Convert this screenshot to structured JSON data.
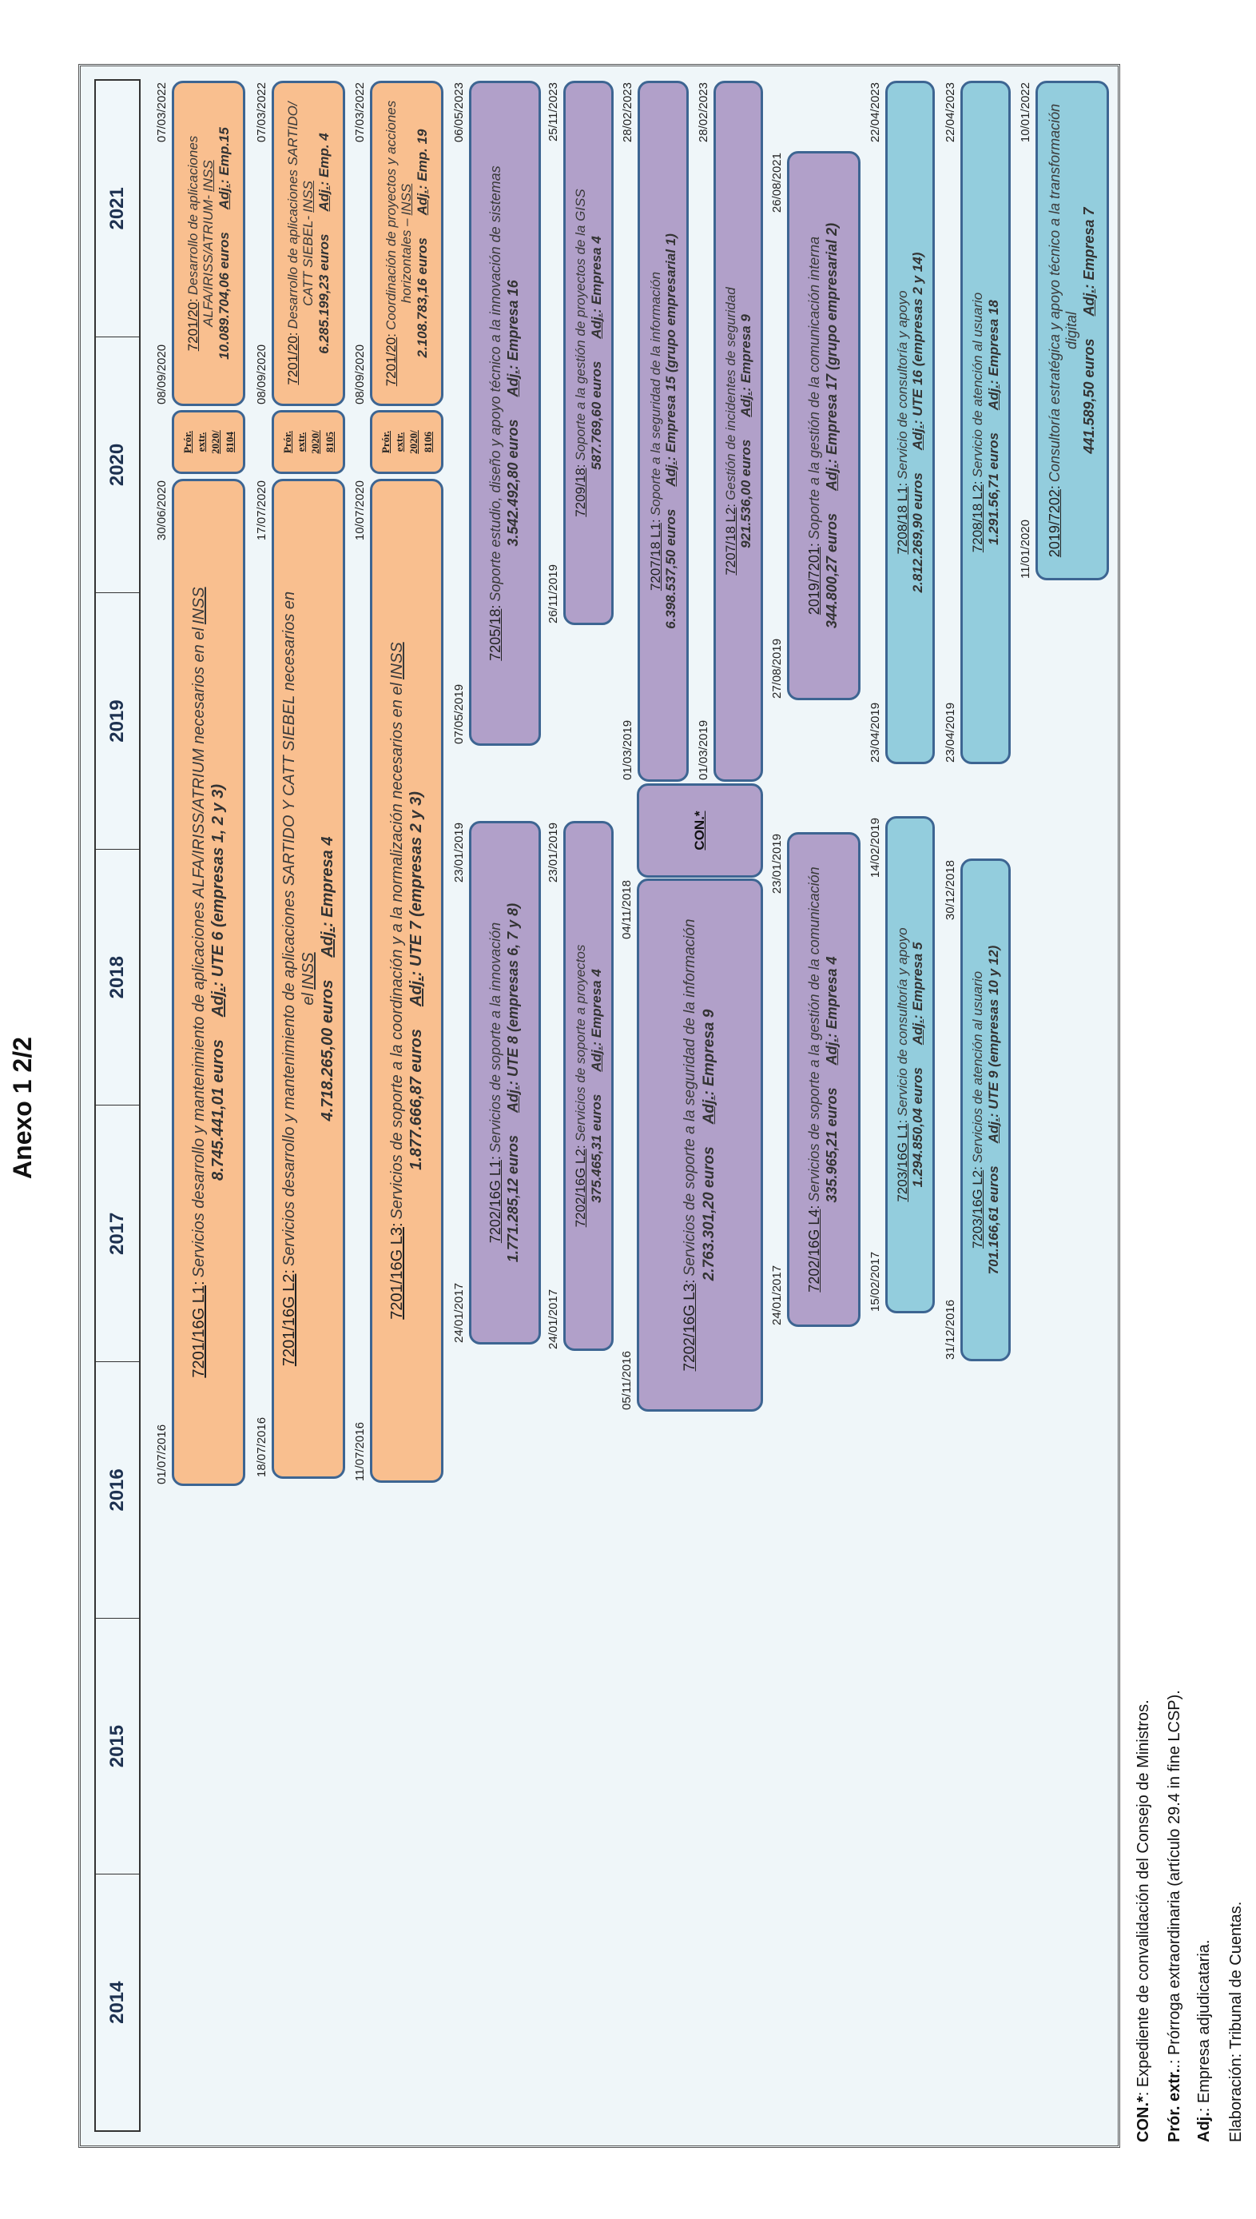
{
  "title": "Anexo 1 2/2",
  "years": [
    "2014",
    "2015",
    "2016",
    "2017",
    "2018",
    "2019",
    "2020",
    "2021"
  ],
  "labels": {
    "adj": "Adj."
  },
  "colors": {
    "orange": "#f9bf8f",
    "purple": "#b1a0c9",
    "blue": "#93cddd",
    "border": "#3d6592"
  },
  "contracts": [
    {
      "code": "7201/16G L1",
      "desc": "Servicios desarrollo y mantenimiento de aplicaciones ALFA/IRISS/ATRIUM necesarios en el",
      "org": "INSS",
      "amount": "8.745.441,01 euros",
      "adj": "UTE 6 (empresas 1, 2 y 3)",
      "start": "01/07/2016",
      "end": "30/06/2020",
      "color": "orange"
    },
    {
      "code": "7201/20",
      "desc": "Desarrollo de aplicaciones ALFA/IRISS/ATRIUM-",
      "org": "INSS",
      "amount": "10.089.704,06 euros",
      "adj": "Emp.15",
      "start": "08/09/2020",
      "end": "07/03/2022",
      "color": "orange"
    },
    {
      "code": "7201/16G L2",
      "desc": "Servicios desarrollo y mantenimiento de aplicaciones SARTIDO Y CATT SIEBEL necesarios en el",
      "org": "INSS",
      "amount": "4.718.265,00 euros",
      "adj": "Empresa 4",
      "start": "18/07/2016",
      "end": "17/07/2020",
      "color": "orange"
    },
    {
      "code": "7201/20",
      "desc": "Desarrollo de aplicaciones SARTIDO/ CATT SIEBEL-",
      "org": "INSS",
      "amount": "6.285.199,23 euros",
      "adj": "Emp. 4",
      "start": "08/09/2020",
      "end": "07/03/2022",
      "color": "orange"
    },
    {
      "code": "7201/16G L3",
      "desc": "Servicios de soporte a la coordinación y a la normalización necesarios en el",
      "org": "INSS",
      "amount": "1.877.666,87 euros",
      "adj": "UTE 7 (empresas 2 y 3)",
      "start": "11/07/2016",
      "end": "10/07/2020",
      "color": "orange"
    },
    {
      "code": "7201/20",
      "desc": "Coordinación de proyectos y acciones horizontales –",
      "org": "INSS",
      "amount": "2.108.783,16 euros",
      "adj": "Emp. 19",
      "start": "08/09/2020",
      "end": "07/03/2022",
      "color": "orange"
    },
    {
      "code": "7202/16G L1",
      "desc": "Servicios de soporte a la innovación",
      "amount": "1.771.285,12 euros",
      "adj": "UTE 8 (empresas 6, 7 y 8)",
      "start": "24/01/2017",
      "end": "23/01/2019",
      "color": "purple"
    },
    {
      "code": "7205/18",
      "desc": "Soporte estudio, diseño y apoyo técnico a la innovación de sistemas",
      "amount": "3.542.492,80 euros",
      "adj": "Empresa 16",
      "start": "07/05/2019",
      "end": "06/05/2023",
      "color": "purple"
    },
    {
      "code": "7202/16G L2",
      "desc": "Servicios de soporte a proyectos",
      "amount": "375.465,31 euros",
      "adj": "Empresa 4",
      "start": "24/01/2017",
      "end": "23/01/2019",
      "color": "purple"
    },
    {
      "code": "7209/18",
      "desc": "Soporte a la gestión de proyectos de la GISS",
      "amount": "587.769,60 euros",
      "adj": "Empresa 4",
      "start": "26/11/2019",
      "end": "25/11/2023",
      "color": "purple"
    },
    {
      "code": "7202/16G L3",
      "desc": "Servicios de soporte a la seguridad de la información",
      "amount": "2.763.301,20 euros",
      "adj": "Empresa 9",
      "start": "05/11/2016",
      "end": "04/11/2018",
      "color": "purple"
    },
    {
      "code": "7207/18 L1",
      "desc": "Soporte a la seguridad de la información",
      "amount": "6.398.537,50 euros",
      "adj": "Empresa 15 (grupo empresarial 1)",
      "start": "01/03/2019",
      "end": "28/02/2023",
      "color": "purple"
    },
    {
      "code": "7207/18 L2",
      "desc": "Gestión de incidentes de seguridad",
      "amount": "921.536,00 euros",
      "adj": "Empresa 9",
      "start": "01/03/2019",
      "end": "28/02/2023",
      "color": "purple"
    },
    {
      "code": "7202/16G L4",
      "desc": "Servicios de soporte a la gestión de la comunicación",
      "amount": "335.965,21 euros",
      "adj": "Empresa 4",
      "start": "24/01/2017",
      "end": "23/01/2019",
      "color": "purple"
    },
    {
      "code": "2019/7201",
      "desc": "Soporte a la gestión de la comunicación interna",
      "amount": "344.800,27 euros",
      "adj": "Empresa 17 (grupo empresarial 2)",
      "start": "27/08/2019",
      "end": "26/08/2021",
      "color": "purple"
    },
    {
      "code": "7203/16G L1",
      "desc": "Servicio de consultoría y apoyo",
      "amount": "1.294.850,04 euros",
      "adj": "Empresa 5",
      "start": "15/02/2017",
      "end": "14/02/2019",
      "color": "blue"
    },
    {
      "code": "7208/18 L1",
      "desc": "Servicio de consultoría y apoyo",
      "amount": "2.812.269,90 euros",
      "adj": "UTE 16 (empresas 2 y 14)",
      "start": "23/04/2019",
      "end": "22/04/2023",
      "color": "blue"
    },
    {
      "code": "7203/16G L2",
      "desc": "Servicios de atención al usuario",
      "amount": "701.166,61 euros",
      "adj": "UTE 9 (empresas 10 y 12)",
      "start": "31/12/2016",
      "end": "30/12/2018",
      "color": "blue"
    },
    {
      "code": "7208/18 L2",
      "desc": "Servicio de atención al usuario",
      "amount": "1.291.56,71 euros",
      "adj": "Empresa 18",
      "start": "23/04/2019",
      "end": "22/04/2023",
      "color": "blue"
    },
    {
      "code": "2019/7202",
      "desc": "Consultoría estratégica y apoyo técnico a la transformación digital",
      "amount": "441.589,50 euros",
      "adj": "Empresa 7",
      "start": "11/01/2020",
      "end": "10/01/2022",
      "color": "blue"
    }
  ],
  "extensions": [
    {
      "label": "Prór.",
      "label2": "extr.",
      "code": "2020/8104"
    },
    {
      "label": "Prór.",
      "label2": "extr.",
      "code": "2020/8105"
    },
    {
      "label": "Prór.",
      "label2": "extr.",
      "code": "2020/8106"
    }
  ],
  "con_box": {
    "label": "CON.*"
  },
  "footnotes": [
    {
      "term": "CON.*",
      "text": ": Expediente de convalidación del Consejo de Ministros."
    },
    {
      "term": "Prór. extr.",
      "text": ".: Prórroga extraordinaria (artículo 29.4 in fine LCSP)."
    },
    {
      "term": "Adj.",
      "text": ": Empresa adjudicataria."
    },
    {
      "term": "",
      "text": "Elaboración: Tribunal de Cuentas."
    }
  ]
}
